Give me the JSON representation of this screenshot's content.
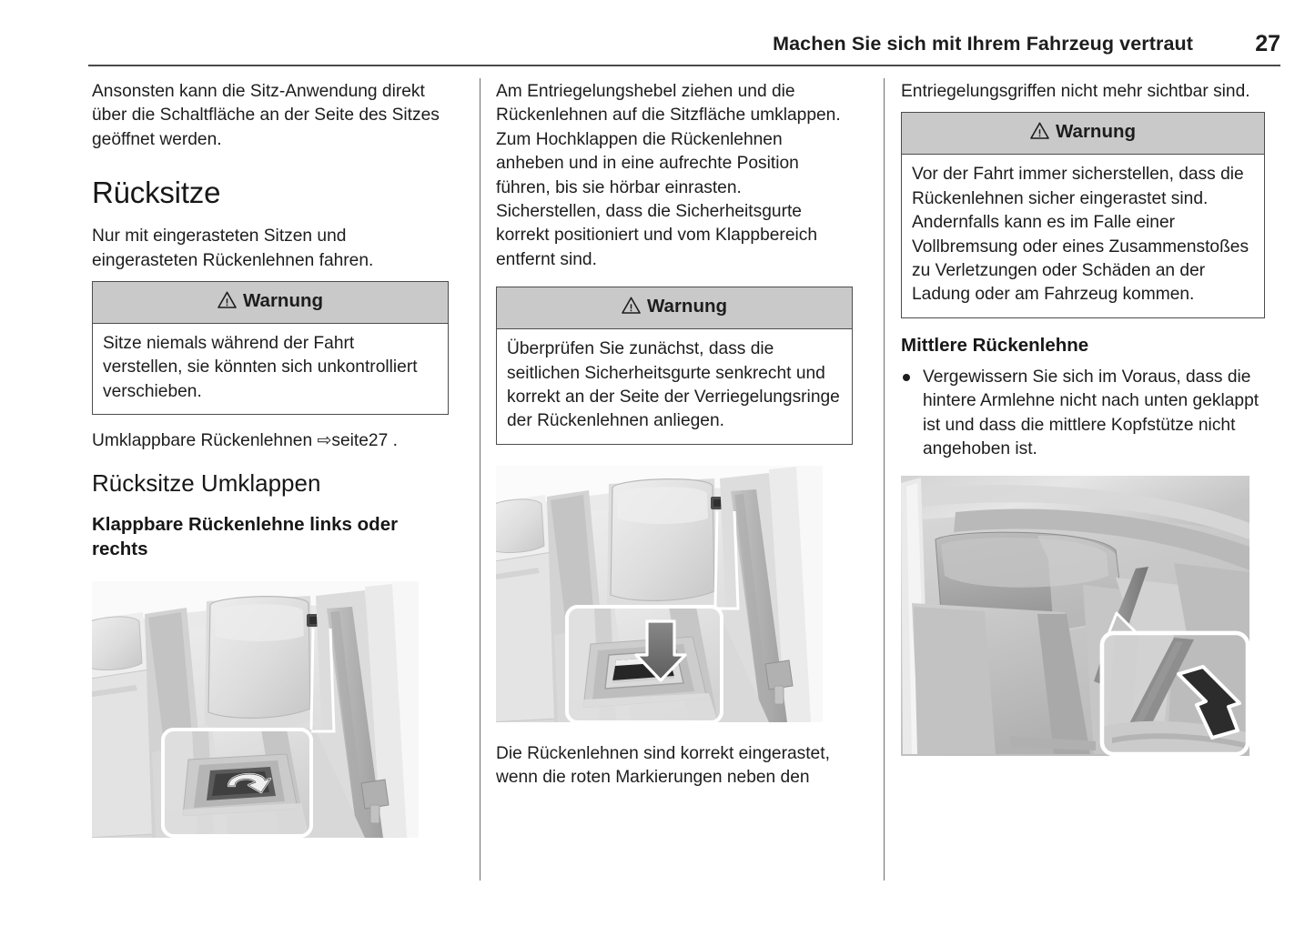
{
  "header": {
    "title": "Machen Sie sich mit Ihrem Fahrzeug vertraut",
    "page_number": "27"
  },
  "warning_label": "Warnung",
  "warning_icon": "warning-triangle-icon",
  "column1": {
    "intro_paragraph": "Ansonsten kann die Sitz-Anwendung direkt über die Schaltfläche an der Seite des Sitzes geöffnet werden.",
    "heading_main": "Rücksitze",
    "paragraph_after_heading": "Nur mit eingerasteten Sitzen und eingerasteten Rückenlehnen fahren.",
    "warning": {
      "title": "Warnung",
      "body": "Sitze niemals während der Fahrt verstellen, sie könnten sich unkontrolliert verschieben."
    },
    "cross_reference": {
      "text": "Umklappbare Rückenlehnen",
      "arrow": "⇨",
      "target": "seite27",
      "trailing": "."
    },
    "heading_sub": "Rücksitze Umklappen",
    "heading_small": "Klappbare Rückenlehne links oder rechts",
    "figure": {
      "name": "rear-seat-release-lever-illustration",
      "caption": ""
    }
  },
  "column2": {
    "paragraph1": "Am Entriegelungshebel ziehen und die Rückenlehnen auf die Sitzfläche umklappen.",
    "paragraph2": "Zum Hochklappen die Rückenlehnen anheben und in eine aufrechte Position führen, bis sie hörbar einrasten.",
    "paragraph3": "Sicherstellen, dass die Sicherheitsgurte korrekt positioniert und vom Klappbereich entfernt sind.",
    "warning": {
      "title": "Warnung",
      "body": "Überprüfen Sie zunächst, dass die seitlichen Sicherheitsgurte senkrecht und korrekt an der Seite der Verriegelungsringe der Rückenlehnen anliegen."
    },
    "figure": {
      "name": "seat-latch-press-down-illustration",
      "caption": ""
    },
    "paragraph4": "Die Rückenlehnen sind korrekt eingerastet, wenn die roten Markierungen neben den"
  },
  "column3": {
    "continuation_paragraph": "Entriegelungsgriffen nicht mehr sichtbar sind.",
    "warning": {
      "title": "Warnung",
      "body": "Vor der Fahrt immer sicherstellen, dass die Rückenlehnen sicher eingerastet sind. Andernfalls kann es im Falle einer Vollbremsung oder eines Zusammenstoßes zu Verletzungen oder Schäden an der Ladung oder am Fahrzeug kommen."
    },
    "heading_small": "Mittlere Rückenlehne",
    "bullets": [
      "Vergewissern Sie sich im Voraus, dass die hintere Armlehne nicht nach unten geklappt ist und dass die mittlere Kopfstütze nicht angehoben ist."
    ],
    "figure": {
      "name": "centre-backrest-armrest-illustration",
      "caption": ""
    }
  },
  "colors": {
    "text": "#1d1d1d",
    "rule": "#4a4a4a",
    "column_rule": "#6e6e6e",
    "warning_header_bg": "#c9c9c9",
    "warning_border": "#4d4d4d"
  }
}
